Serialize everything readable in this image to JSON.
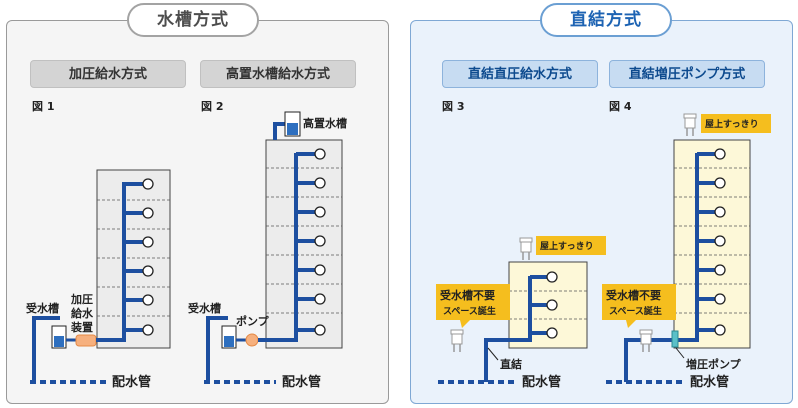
{
  "sections": {
    "left_title": "水槽方式",
    "right_title": "直結方式"
  },
  "methods": {
    "m1": "加圧給水方式",
    "m2": "高置水槽給水方式",
    "m3": "直結直圧給水方式",
    "m4": "直結増圧ポンプ方式"
  },
  "figures": {
    "f1": "図 1",
    "f2": "図 2",
    "f3": "図 3",
    "f4": "図 4"
  },
  "labels": {
    "receiving_tank": "受水槽",
    "pressure_unit_1": "加圧",
    "pressure_unit_2": "給水",
    "pressure_unit_3": "装置",
    "elevated_tank": "高置水槽",
    "pump": "ポンプ",
    "main_pipe": "配水管",
    "direct": "直結",
    "booster_pump": "増圧ポンプ",
    "rooftop_clear": "屋上すっきり",
    "no_tank_1": "受水槽不要",
    "no_tank_2": "スペース誕生"
  },
  "colors": {
    "pipe": "#1d4fa0",
    "building_gray": "#ececec",
    "building_cream": "#fdf8d8",
    "callout_yellow": "#f5be1e",
    "pump_orange": "#f6b07e",
    "tank_blue": "#2e6fbf"
  }
}
